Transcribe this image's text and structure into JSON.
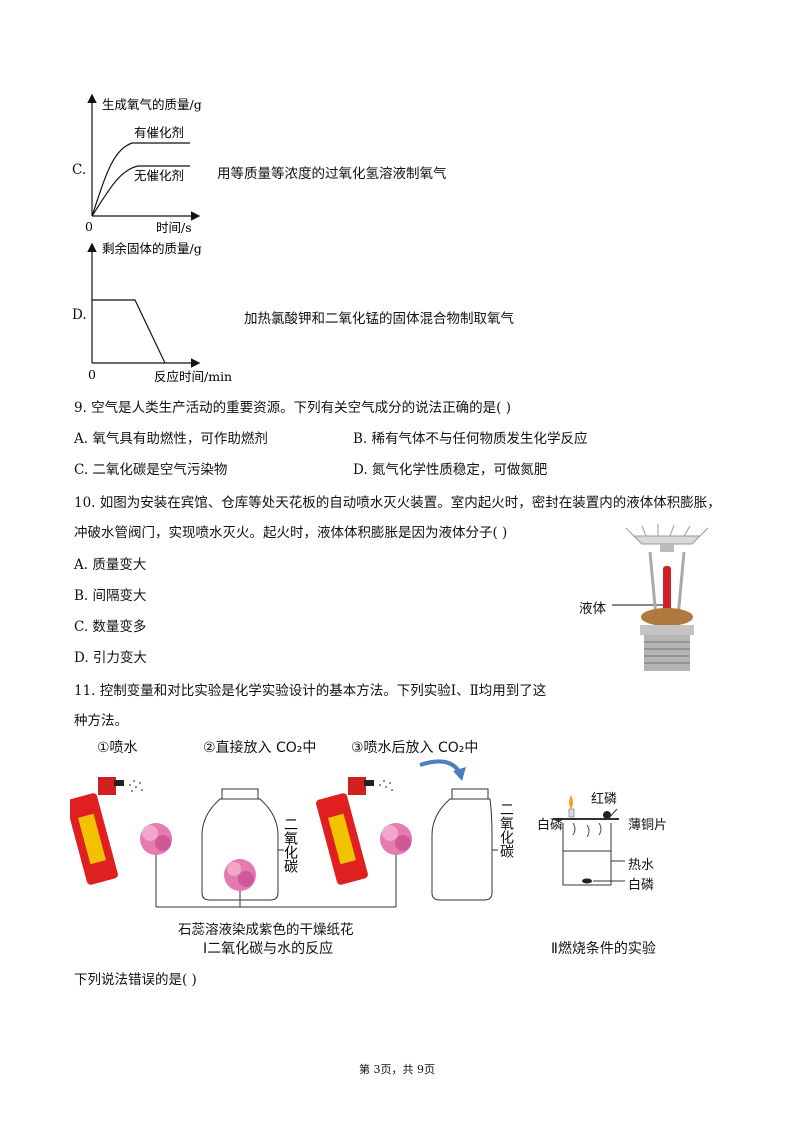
{
  "optC": {
    "letter": "C.",
    "ylabel": "生成氧气的质量/g",
    "xlabel": "时间/s",
    "origin": "0",
    "curve1": "有催化剂",
    "curve2": "无催化剂",
    "desc": "用等质量等浓度的过氧化氢溶液制氧气"
  },
  "optD": {
    "letter": "D.",
    "ylabel": "剩余固体的质量/g",
    "xlabel": "反应时间/min",
    "origin": "0",
    "desc": "加热氯酸钾和二氧化锰的固体混合物制取氧气"
  },
  "q9": {
    "stem": "9. 空气是人类生产活动的重要资源。下列有关空气成分的说法正确的是(    )",
    "A": "A. 氧气具有助燃性，可作助燃剂",
    "B": "B. 稀有气体不与任何物质发生化学反应",
    "C": "C. 二氧化碳是空气污染物",
    "D": "D. 氮气化学性质稳定，可做氮肥"
  },
  "q10": {
    "line1": "10. 如图为安装在宾馆、仓库等处天花板的自动喷水灭火装置。室内起火时，密封在装置内的液体体积膨胀，",
    "line2": "冲破水管阀门，实现喷水灭火。起火时，液体体积膨胀是因为液体分子(    )",
    "A": "A. 质量变大",
    "B": "B. 间隔变大",
    "C": "C. 数量变多",
    "D": "D. 引力变大",
    "liquid_label": "液体"
  },
  "q11": {
    "line1": "11. 控制变量和对比实验是化学实验设计的基本方法。下列实验Ⅰ、Ⅱ均用到了这",
    "line2": "种方法。",
    "step1": "①喷水",
    "step2": "②直接放入 CO₂中",
    "step3": "③喷水后放入 CO₂中",
    "jar_label": "二氧化碳",
    "paper_flower": "石蕊溶液染成紫色的干燥纸花",
    "exp1_caption": "Ⅰ二氧化碳与水的反应",
    "red_p": "红磷",
    "white_p_top": "白磷",
    "copper": "薄铜片",
    "hot_water": "热水",
    "white_p_bottom": "白磷",
    "exp2_caption": "Ⅱ燃烧条件的实验",
    "question": "下列说法错误的是(    )"
  },
  "footer": "第 3页，共 9页"
}
